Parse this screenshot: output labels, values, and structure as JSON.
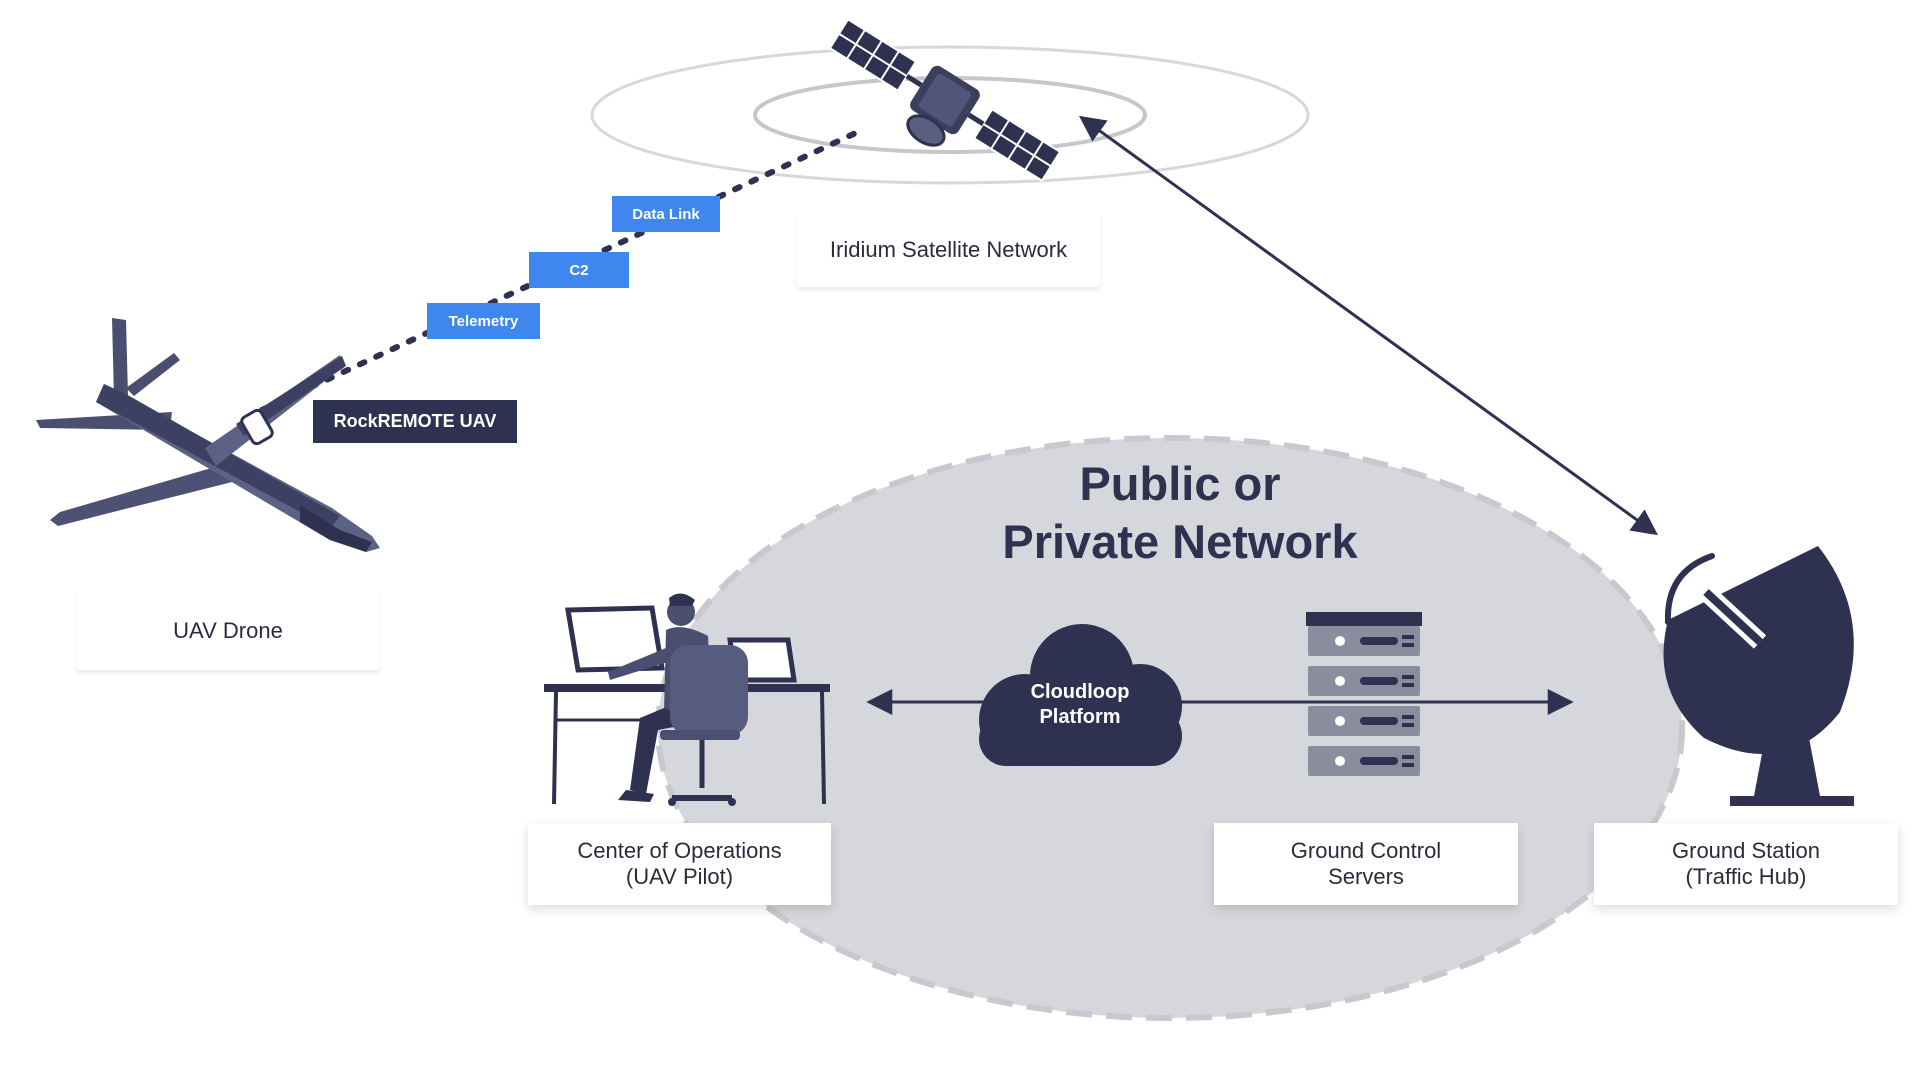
{
  "satellite": {
    "label": "Iridium Satellite Network"
  },
  "links": {
    "data_link": "Data Link",
    "c2": "C2",
    "telemetry": "Telemetry"
  },
  "drone": {
    "modem_label": "RockREMOTE UAV",
    "label": "UAV Drone"
  },
  "network": {
    "title_line1": "Public or",
    "title_line2": "Private Network"
  },
  "cloud": {
    "label": "Cloudloop\nPlatform"
  },
  "operations": {
    "label": "Center of Operations\n(UAV Pilot)"
  },
  "servers": {
    "label": "Ground Control\nServers"
  },
  "ground_station": {
    "label": "Ground Station\n(Traffic Hub)"
  },
  "colors": {
    "navy": "#2e3150",
    "blue": "#3f86ee",
    "network_fill": "#d6d7dc",
    "slate": "#58607f"
  }
}
